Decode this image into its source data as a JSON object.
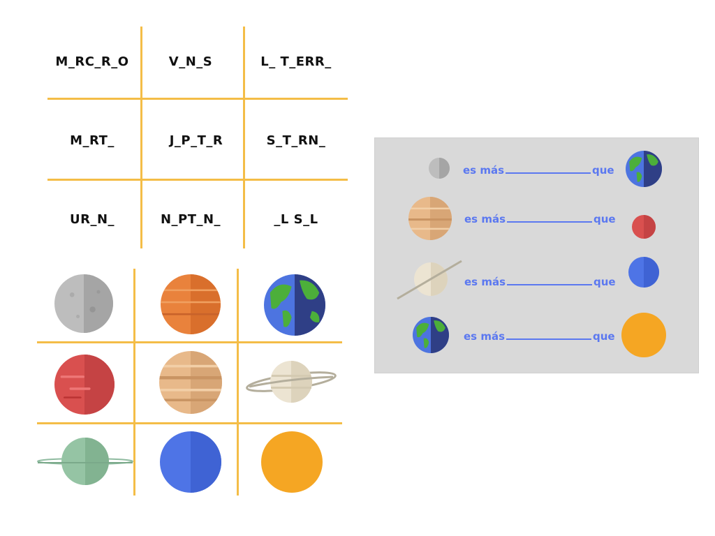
{
  "word_grid": {
    "words": [
      "M_RC_R_O",
      "V_N_S",
      "L_  T_ERR_",
      "M_RT_",
      "J_P_T_R",
      "S_T_RN_",
      "UR_N_",
      "N_PT_N_",
      "_L  S_L"
    ]
  },
  "planet_grid": {
    "planets": [
      "mercury-icon",
      "mars-orange-icon",
      "earth-icon",
      "mars-red-icon",
      "jupiter-icon",
      "saturn-icon",
      "uranus-icon",
      "neptune-icon",
      "sun-icon"
    ]
  },
  "comparison_panel": {
    "rows": [
      {
        "left_icon": "mercury-icon",
        "prefix": "es más",
        "suffix": "que",
        "right_icon": "earth-icon"
      },
      {
        "left_icon": "jupiter-icon",
        "prefix": "es más",
        "suffix": "que",
        "right_icon": "mars-red-icon"
      },
      {
        "left_icon": "saturn-icon",
        "prefix": "es más",
        "suffix": "que",
        "right_icon": "neptune-icon"
      },
      {
        "left_icon": "earth-icon",
        "prefix": "es más",
        "suffix": "que",
        "right_icon": "sun-icon"
      }
    ]
  },
  "colors": {
    "grid_lines": "#f4bd47",
    "comparison_text": "#5b78f0",
    "panel_bg": "#d9d9d9"
  }
}
